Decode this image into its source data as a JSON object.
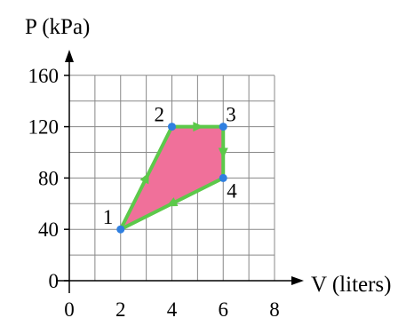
{
  "chart_data": {
    "type": "scatter",
    "xlabel": "V (liters)",
    "ylabel": "P (kPa)",
    "xlim": [
      0,
      8
    ],
    "ylim": [
      0,
      160
    ],
    "x_ticks": [
      "0",
      "2",
      "4",
      "6",
      "8"
    ],
    "y_ticks": [
      "0",
      "40",
      "80",
      "120",
      "160"
    ],
    "grid": true,
    "points": [
      {
        "label": "1",
        "x": 2,
        "y": 40
      },
      {
        "label": "2",
        "x": 4,
        "y": 120
      },
      {
        "label": "3",
        "x": 6,
        "y": 120
      },
      {
        "label": "4",
        "x": 6,
        "y": 80
      }
    ],
    "cycle_order": [
      "1",
      "2",
      "3",
      "4",
      "1"
    ],
    "colors": {
      "fill": "#f0709a",
      "path": "#5cc94a",
      "point": "#2f7fe0",
      "grid": "#888888",
      "axis": "#000000"
    }
  }
}
